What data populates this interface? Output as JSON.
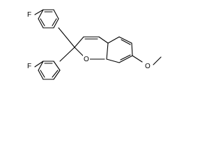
{
  "molecule": {
    "atoms": {
      "fluorine_top": "F",
      "fluorine_bottom": "F",
      "ring_oxygen": "O",
      "methoxy_oxygen": "O"
    }
  }
}
